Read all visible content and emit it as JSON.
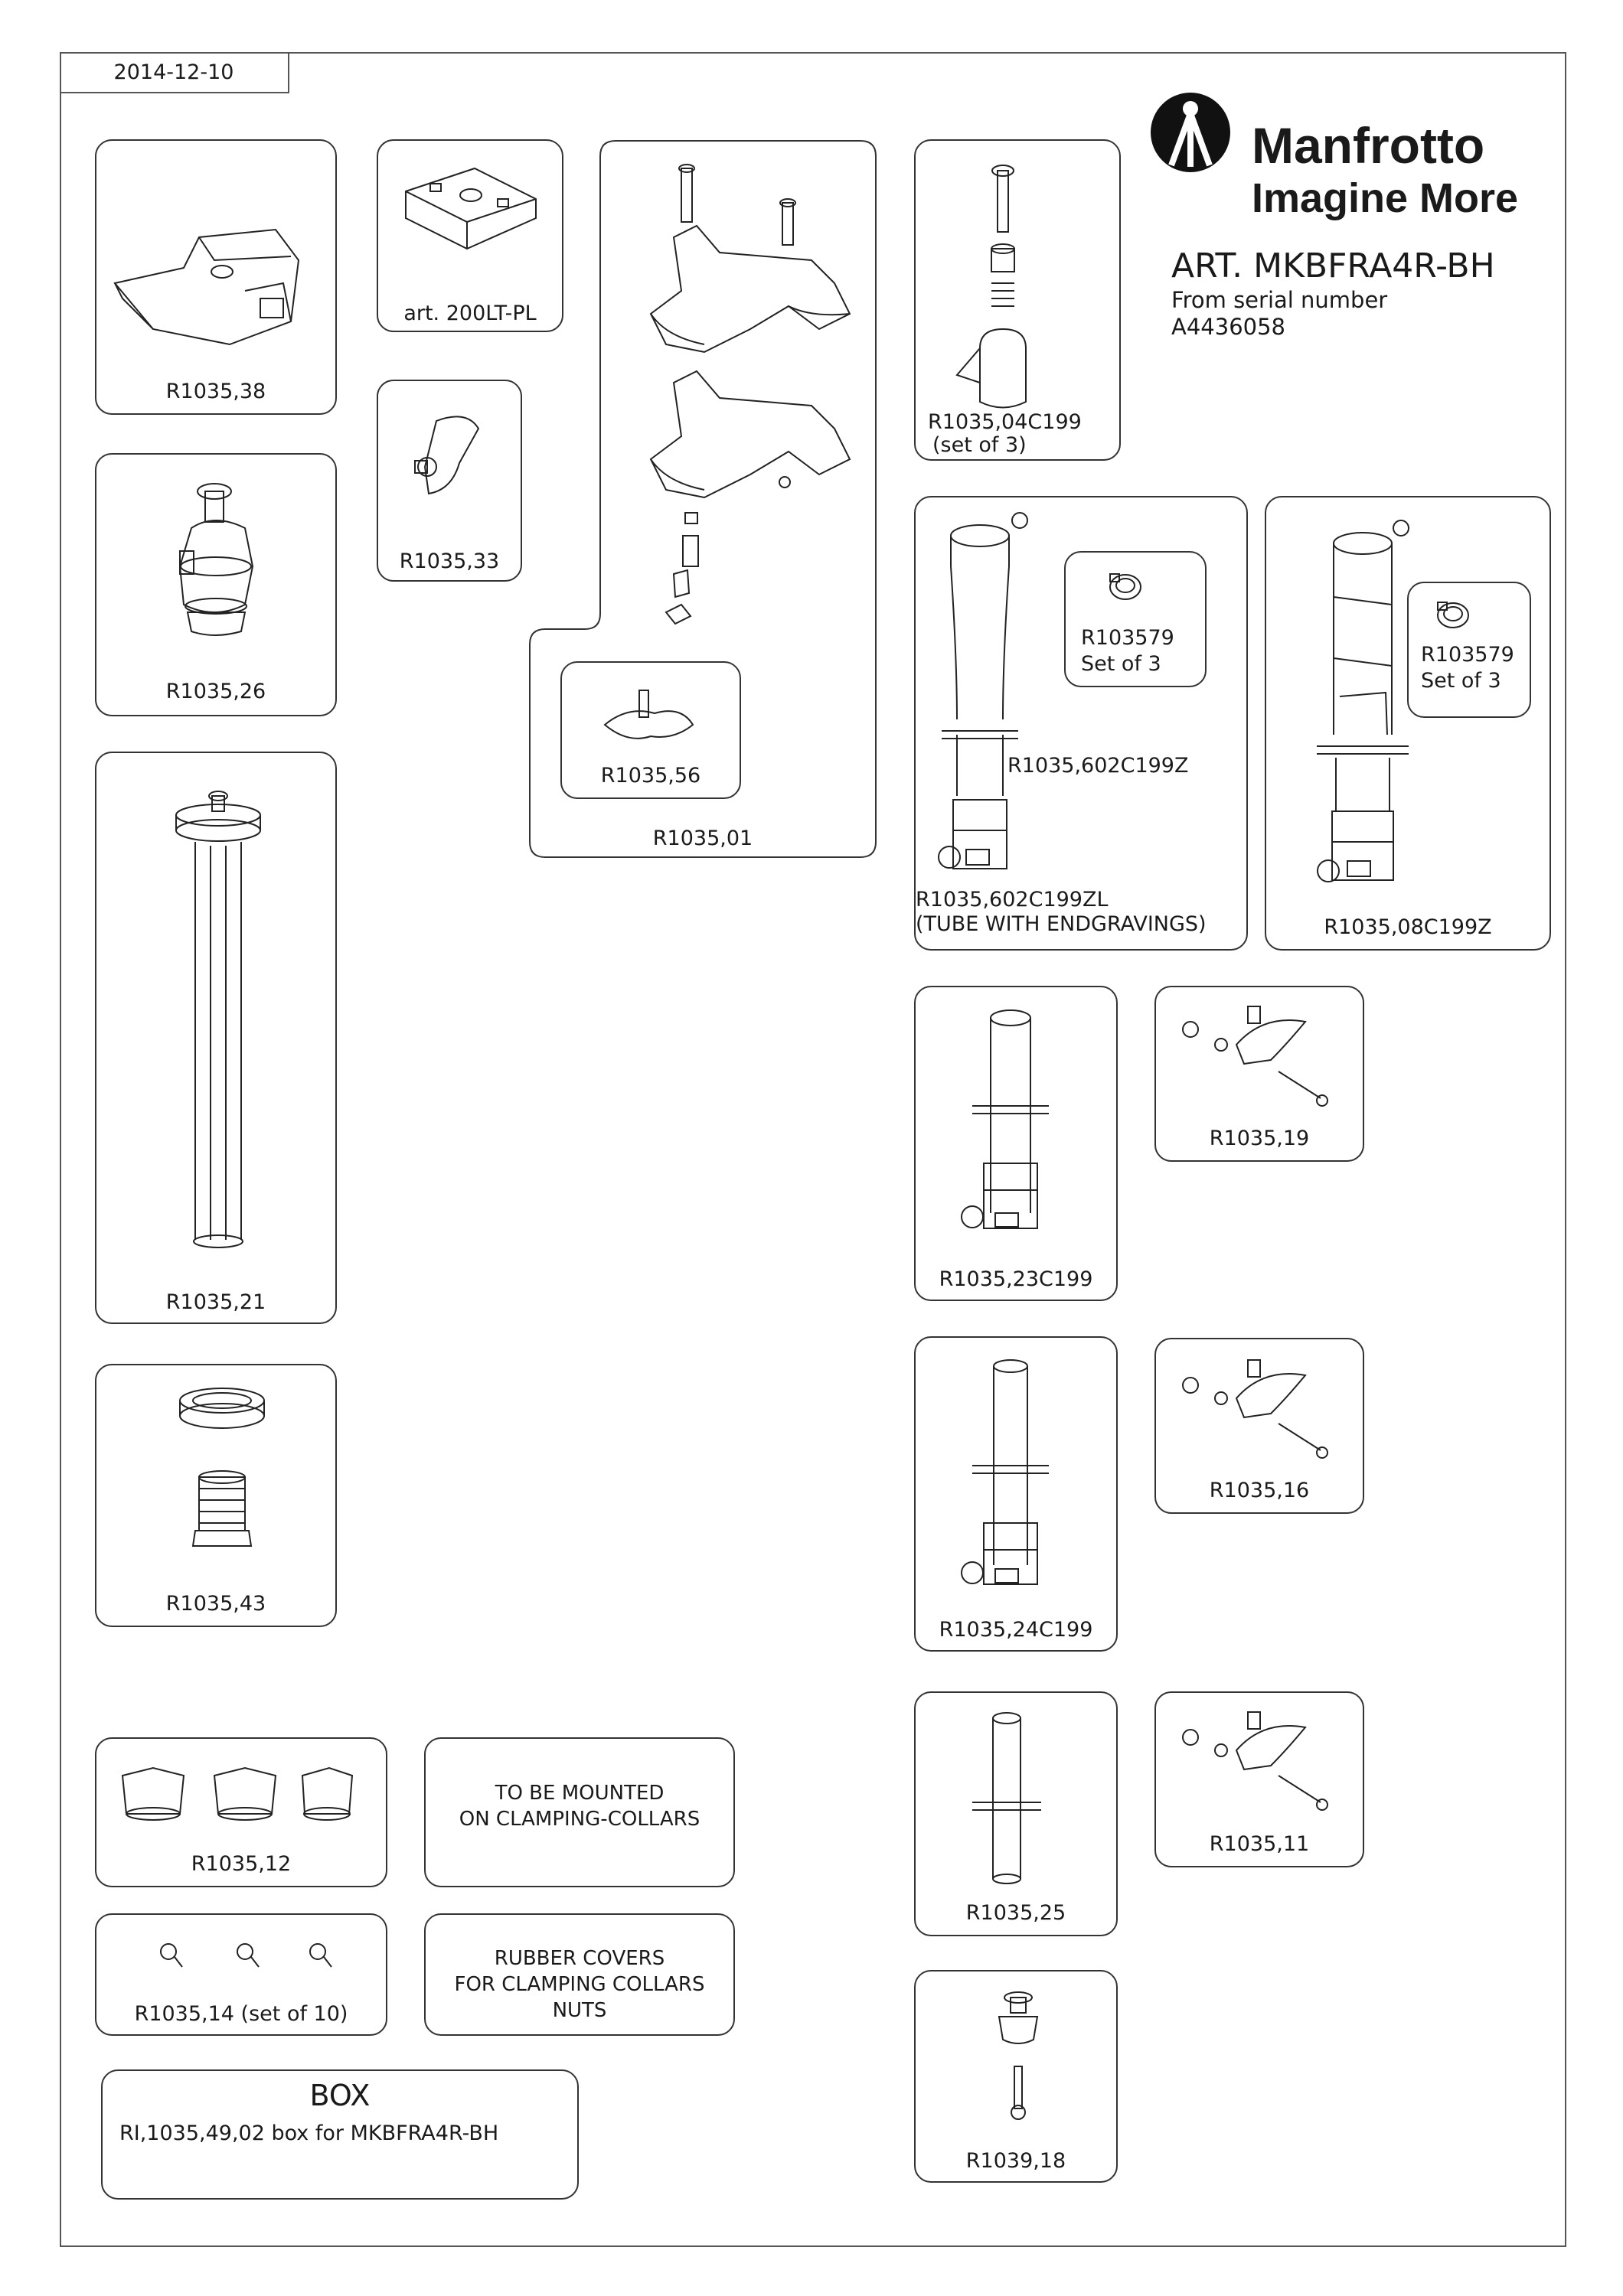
{
  "header": {
    "date": "2014-12-10",
    "brand": "Manfrotto",
    "tagline": "Imagine More",
    "article": "ART. MKBFRA4R-BH",
    "serial_label": "From serial number",
    "serial_number": "A4436058"
  },
  "parts": {
    "r1035_38": "R1035,38",
    "plate_200lt": "art. 200LT-PL",
    "r1035_33": "R1035,33",
    "r1035_01": "R1035,01",
    "r1035_56": "R1035,56",
    "r1035_04c199": "R1035,04C199",
    "r1035_04c199_note": "(set of 3)",
    "r1035_26": "R1035,26",
    "r1035_21": "R1035,21",
    "r1035_43": "R1035,43",
    "r103579_a": "R103579",
    "r103579_a_note": "Set of 3",
    "r103579_b": "R103579",
    "r103579_b_note": "Set of 3",
    "r1035_602c199z": "R1035,602C199Z",
    "r1035_602c199zl": "R1035,602C199ZL",
    "r1035_602c199zl_note": "(TUBE WITH ENDGRAVINGS)",
    "r1035_08c199z": "R1035,08C199Z",
    "r1035_23c199": "R1035,23C199",
    "r1035_19": "R1035,19",
    "r1035_24c199": "R1035,24C199",
    "r1035_16": "R1035,16",
    "r1035_25": "R1035,25",
    "r1035_11": "R1035,11",
    "r1039_18": "R1039,18",
    "r1035_12": "R1035,12",
    "r1035_14": "R1035,14 (set of 10)",
    "note_mount_1": "TO BE MOUNTED",
    "note_mount_2": "ON CLAMPING-COLLARS",
    "note_rubber_1": "RUBBER COVERS",
    "note_rubber_2": "FOR CLAMPING COLLARS NUTS",
    "box_title": "BOX",
    "box_desc": "RI,1035,49,02 box for MKBFRA4R-BH"
  }
}
